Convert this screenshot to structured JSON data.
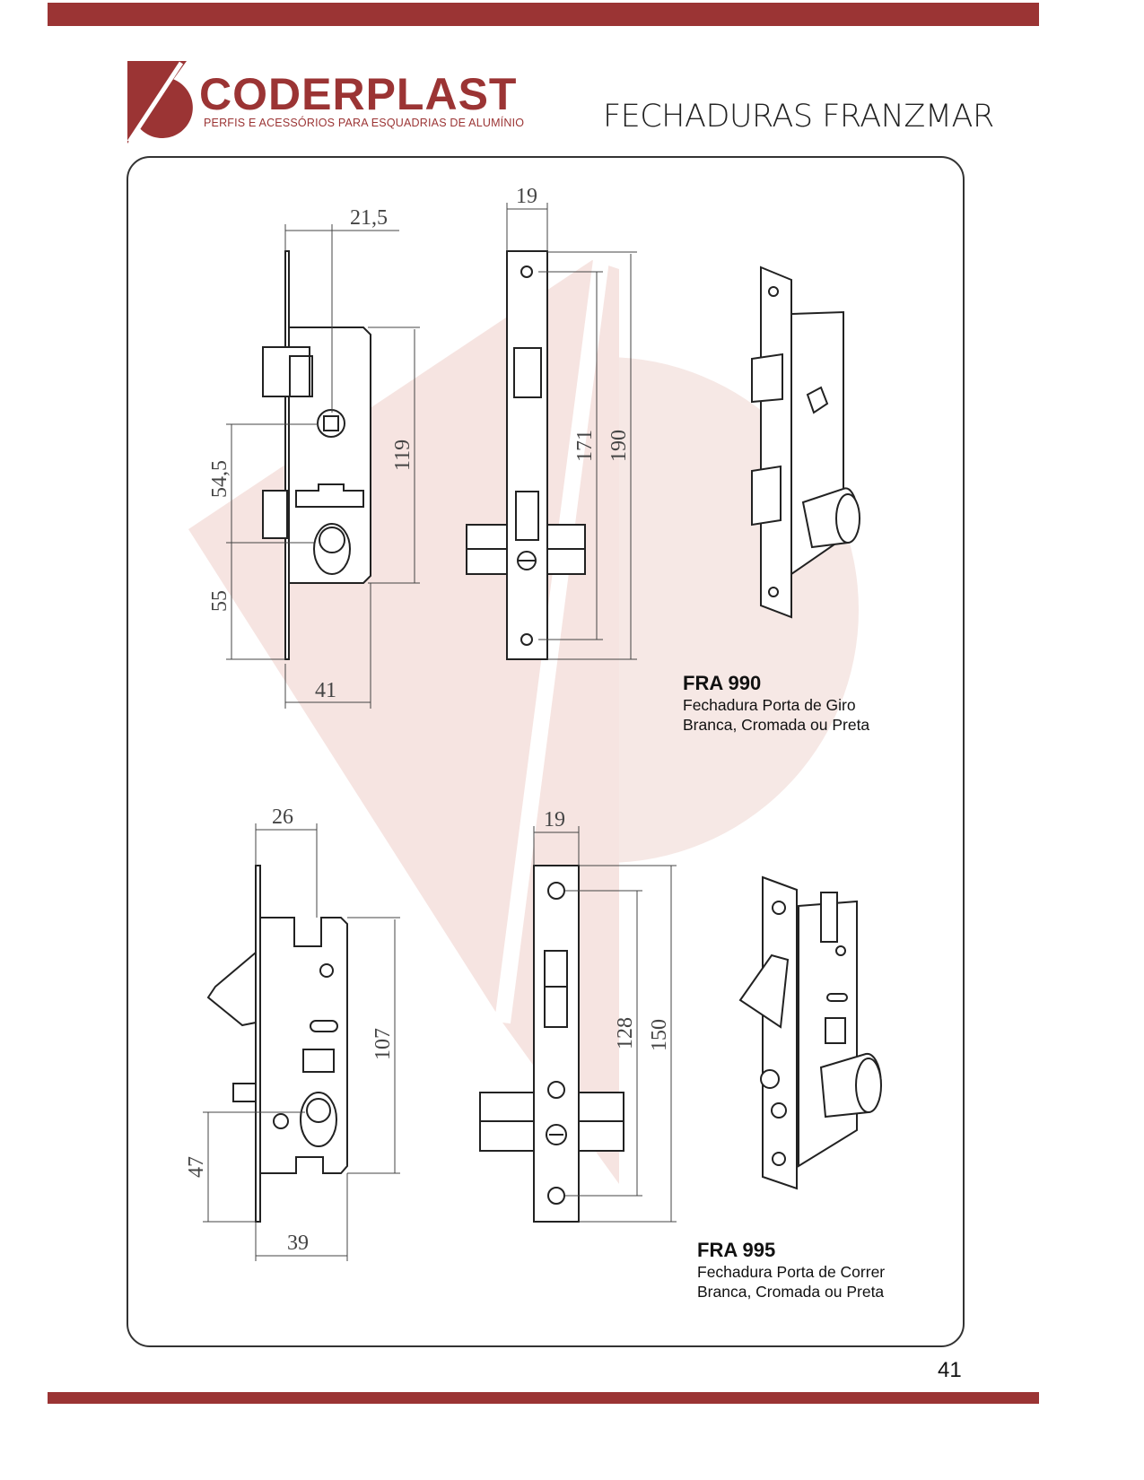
{
  "header": {
    "brand": "CODERPLAST",
    "tagline": "PERFIS E ACESSÓRIOS PARA ESQUADRIAS DE ALUMÍNIO",
    "title": "FECHADURAS FRANZMAR"
  },
  "colors": {
    "brand": "#9b3434",
    "watermark": "#f6e7e4"
  },
  "products": [
    {
      "code": "FRA 990",
      "line1": "Fechadura Porta de Giro",
      "line2": "Branca, Cromada ou Preta",
      "dims": {
        "side_top": "21,5",
        "side_height": "119",
        "side_upper": "54,5",
        "side_lower": "55",
        "side_width": "41",
        "front_width": "19",
        "front_holes": "171",
        "front_height": "190"
      }
    },
    {
      "code": "FRA 995",
      "line1": "Fechadura Porta de Correr",
      "line2": "Branca, Cromada ou Preta",
      "dims": {
        "side_top": "26",
        "side_height": "107",
        "side_lower": "47",
        "side_width": "39",
        "front_width": "19",
        "front_holes": "128",
        "front_height": "150"
      }
    }
  ],
  "page_number": "41"
}
